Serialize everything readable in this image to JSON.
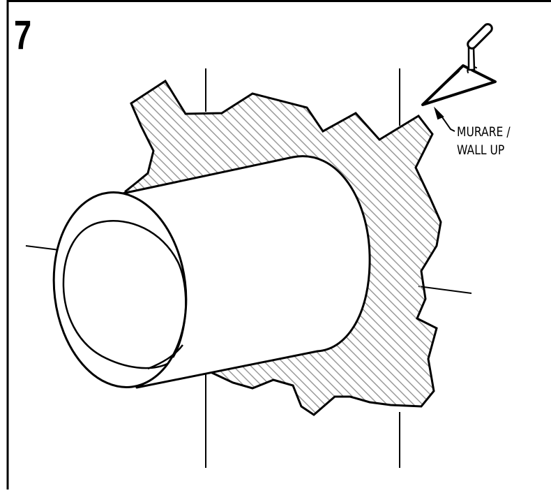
{
  "step": {
    "number": "7"
  },
  "callout": {
    "line1": "MURARE /",
    "line2": "WALL UP"
  },
  "icons": {
    "tool": "trowel-icon"
  },
  "colors": {
    "line": "#000000",
    "hatch": "#9a9a9a",
    "background": "#ffffff"
  }
}
